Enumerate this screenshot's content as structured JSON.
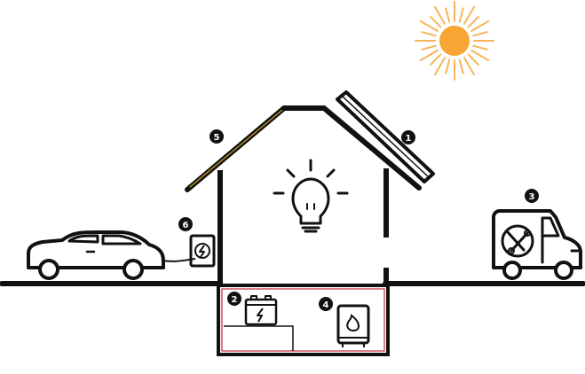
{
  "diagram": {
    "colors": {
      "line": "#111111",
      "sun": "#f7a533",
      "sun_rays": "#f8b45a",
      "accent_red": "#c0283a",
      "roof_gold": "#c9a227",
      "badge_bg": "#111111",
      "badge_text": "#ffffff"
    },
    "badges": [
      {
        "id": "solar-panel",
        "label": "1"
      },
      {
        "id": "battery",
        "label": "2"
      },
      {
        "id": "service-van",
        "label": "3"
      },
      {
        "id": "water-heater",
        "label": "4"
      },
      {
        "id": "roof",
        "label": "5"
      },
      {
        "id": "ev-charger",
        "label": "6"
      }
    ],
    "icons": [
      "sun-icon",
      "house-icon",
      "solar-panel-icon",
      "light-bulb-icon",
      "electric-car-icon",
      "ev-charger-icon",
      "service-van-icon",
      "wrench-icon",
      "battery-icon",
      "water-heater-icon",
      "flame-icon"
    ]
  }
}
